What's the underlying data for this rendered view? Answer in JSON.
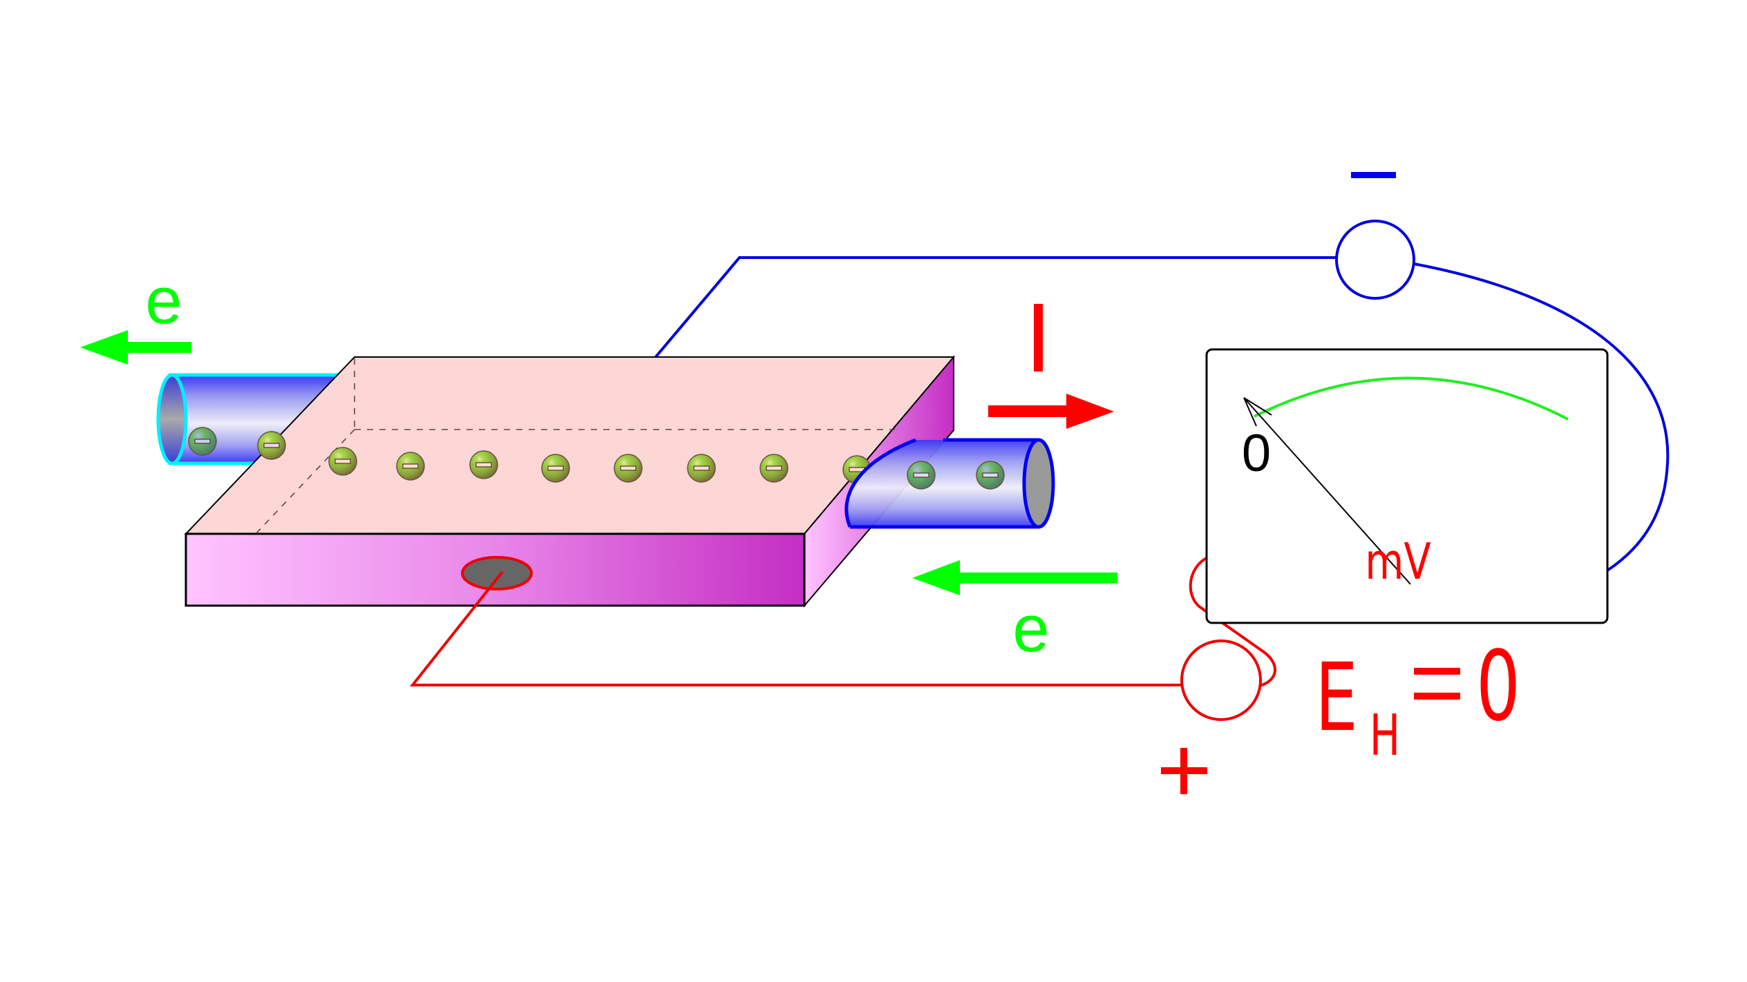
{
  "diagram": {
    "title": "Hall effect measurement, zero Hall voltage",
    "labels": {
      "electron_left": "e",
      "electron_bottom": "e",
      "current": "I",
      "meter_zero": "0",
      "meter_unit": "mV",
      "terminal_negative": "−",
      "terminal_positive": "+",
      "hall_field_symbol": "E",
      "hall_field_subscript": "H",
      "hall_field_equals": "=",
      "hall_field_value": "0"
    },
    "meter": {
      "reading": 0,
      "unit": "mV",
      "needle_position_fraction": 0
    },
    "electrons": {
      "charge_symbol": "−",
      "in_left_lead": 2,
      "on_slab": 8,
      "in_right_lead": 2
    },
    "colors": {
      "electron_arrow": "#00ff00",
      "current_arrow": "#ff0000",
      "negative_wire": "#0000dd",
      "positive_wire": "#ee0000",
      "slab_top": "#fdd6d6",
      "slab_side_light": "#ffc4ff",
      "slab_side_dark": "#c42ec4",
      "meter_scale": "#22ee22",
      "left_lead_outline": "#00eeff",
      "right_lead_outline": "#0000ee"
    }
  }
}
